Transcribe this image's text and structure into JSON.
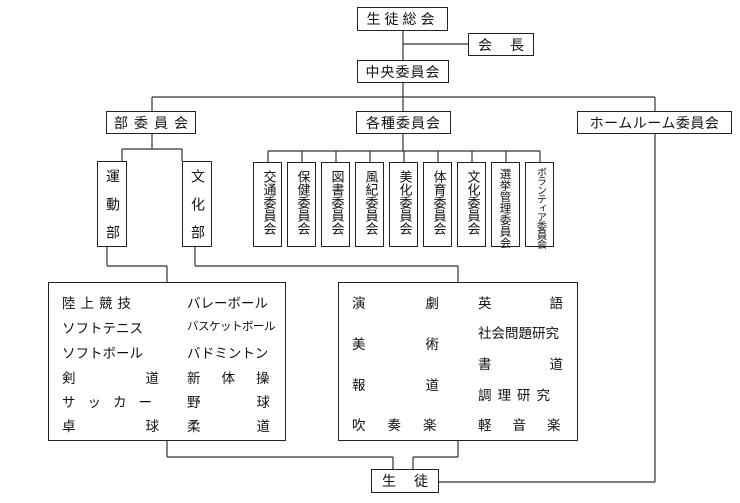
{
  "top": {
    "general_assembly": "生徒総会",
    "president": "会長",
    "central_committee": "中央委員会"
  },
  "branches": {
    "club_committee": "部委員会",
    "various_committees": "各種委員会",
    "homeroom_committee": "ホームルーム委員会"
  },
  "club_types": {
    "sports": "運動部",
    "culture": "文化部"
  },
  "committees": [
    "交通委員会",
    "保健委員会",
    "図書委員会",
    "風紀委員会",
    "美化委員会",
    "体育委員会",
    "文化委員会",
    "選挙管理委員会",
    "ボランティア委員会"
  ],
  "sports_clubs": [
    "陸上競技",
    "バレーボール",
    "ソフトテニス",
    "バスケットボール",
    "ソフトボール",
    "バドミントン",
    "剣道",
    "新体操",
    "サッカー",
    "野球",
    "卓球",
    "柔道"
  ],
  "culture_clubs": [
    "演劇",
    "英語",
    "美術",
    "社会問題研究",
    "報道",
    "書道",
    "吹奏楽",
    "調理研究",
    "軽音楽"
  ],
  "students": "生徒"
}
